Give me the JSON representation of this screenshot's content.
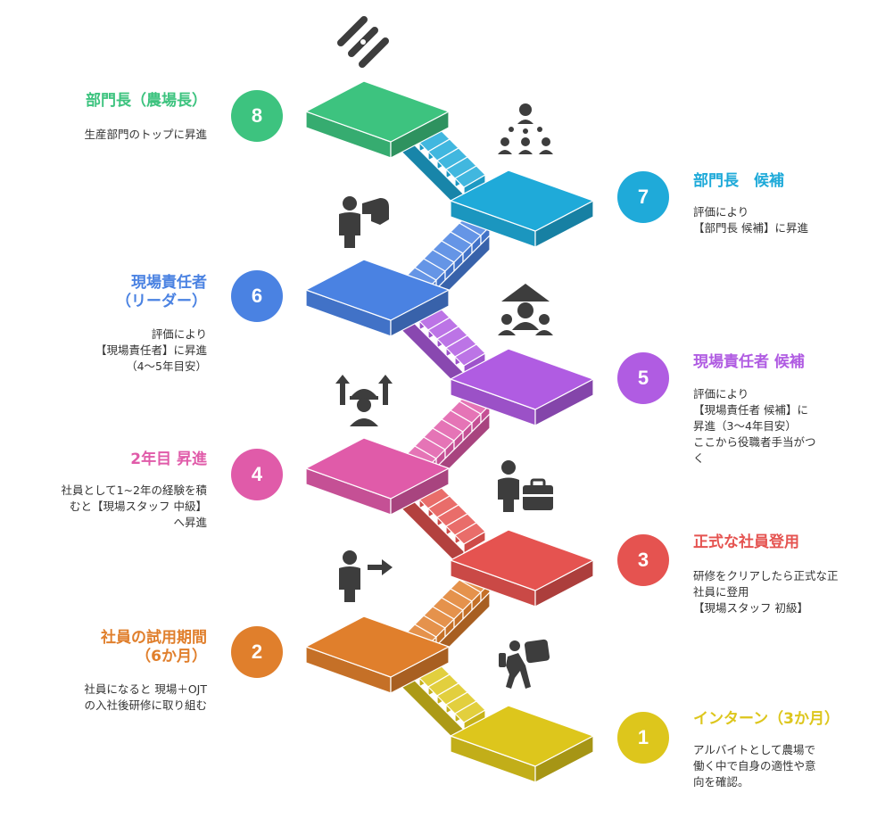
{
  "colors": {
    "step1": "#ddc61c",
    "step2": "#e07f2c",
    "step3": "#e55350",
    "step4": "#e05ba9",
    "step5": "#b05ce2",
    "step6": "#4a82e2",
    "step7": "#1faad9",
    "step8": "#3dc37f",
    "icon": "#3d3d3d"
  },
  "steps": [
    {
      "number": "1",
      "title": "インターン（3か月）",
      "desc": "アルバイトとして農場で\n働く中で自身の適性や意\n向を確認。",
      "icon": "hiker-icon"
    },
    {
      "number": "2",
      "title": "社員の試用期間\n（6か月）",
      "desc": "社員になると 現場＋OJT\nの入社後研修に取り組む",
      "icon": "person-arrow-icon"
    },
    {
      "number": "3",
      "title": "正式な社員登用",
      "desc": "研修をクリアしたら正式な正\n社員に登用\n【現場スタッフ 初級】",
      "icon": "businessman-briefcase-icon"
    },
    {
      "number": "4",
      "title": "2年目 昇進",
      "desc": "社員として1~2年の経験を積\nむと【現場スタッフ 中級】\nへ昇進",
      "icon": "worker-arrows-up-icon"
    },
    {
      "number": "5",
      "title": "現場責任者 候補",
      "desc": "評価により\n【現場責任者 候補】に\n昇進（3〜4年目安）\nここから役職者手当がつ\nく",
      "icon": "leader-group-icon"
    },
    {
      "number": "6",
      "title": "現場責任者\n（リーダー）",
      "desc": "評価により\n【現場責任者】に昇進\n（4〜5年目安）",
      "icon": "person-flag-icon"
    },
    {
      "number": "7",
      "title": "部門長　候補",
      "desc": "評価により\n【部門長 候補】に昇進",
      "icon": "hierarchy-icon"
    },
    {
      "number": "8",
      "title": "部門長（農場長）",
      "desc": "生産部門のトップに昇進",
      "icon": "slash-logo-icon"
    }
  ]
}
